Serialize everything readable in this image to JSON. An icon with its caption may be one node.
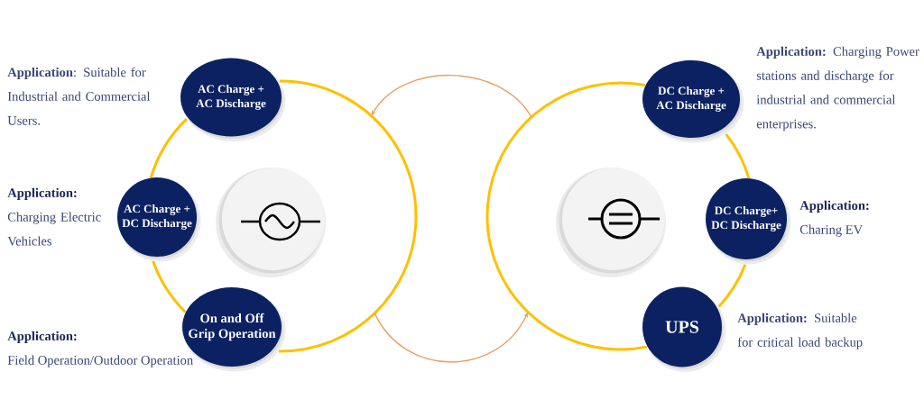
{
  "diagram": {
    "nodes": [
      {
        "text": [],
        "shape": "circle"
      },
      {
        "text": [
          "AC Charge + AC Discharge"
        ]
      },
      {
        "text": [
          "AC Charge + DC Discharge"
        ],
        "beside": [
          "Application:",
          "Charging Electric Vehicles"
        ]
      },
      {
        "text": [
          "On and Off Grip Operation"
        ],
        "beside": [
          "Application:",
          "Field Operation/Outdoor Operation"
        ]
      },
      {
        "text": [],
        "shape": "circle"
      },
      {
        "text": [
          "DC Charge + AC Discharge"
        ]
      },
      {
        "text": [
          "DC Charge+ DC Discharge"
        ],
        "beside": [
          "Application:",
          "Charing EV"
        ]
      },
      {
        "text": [
          "UPS"
        ]
      }
    ],
    "edges": [
      {
        "from": 4,
        "to": 0,
        "arrow": "to"
      },
      {
        "from": 0,
        "to": 4,
        "arrow": "to"
      }
    ],
    "labels": [
      "**Application**: Suitable for Industrial and Commercial Users.",
      "**Application:** Charging Power stations and discharge for industrial and commercial enterprises.",
      "**Application:** Suitable for critical load backup"
    ]
  }
}
